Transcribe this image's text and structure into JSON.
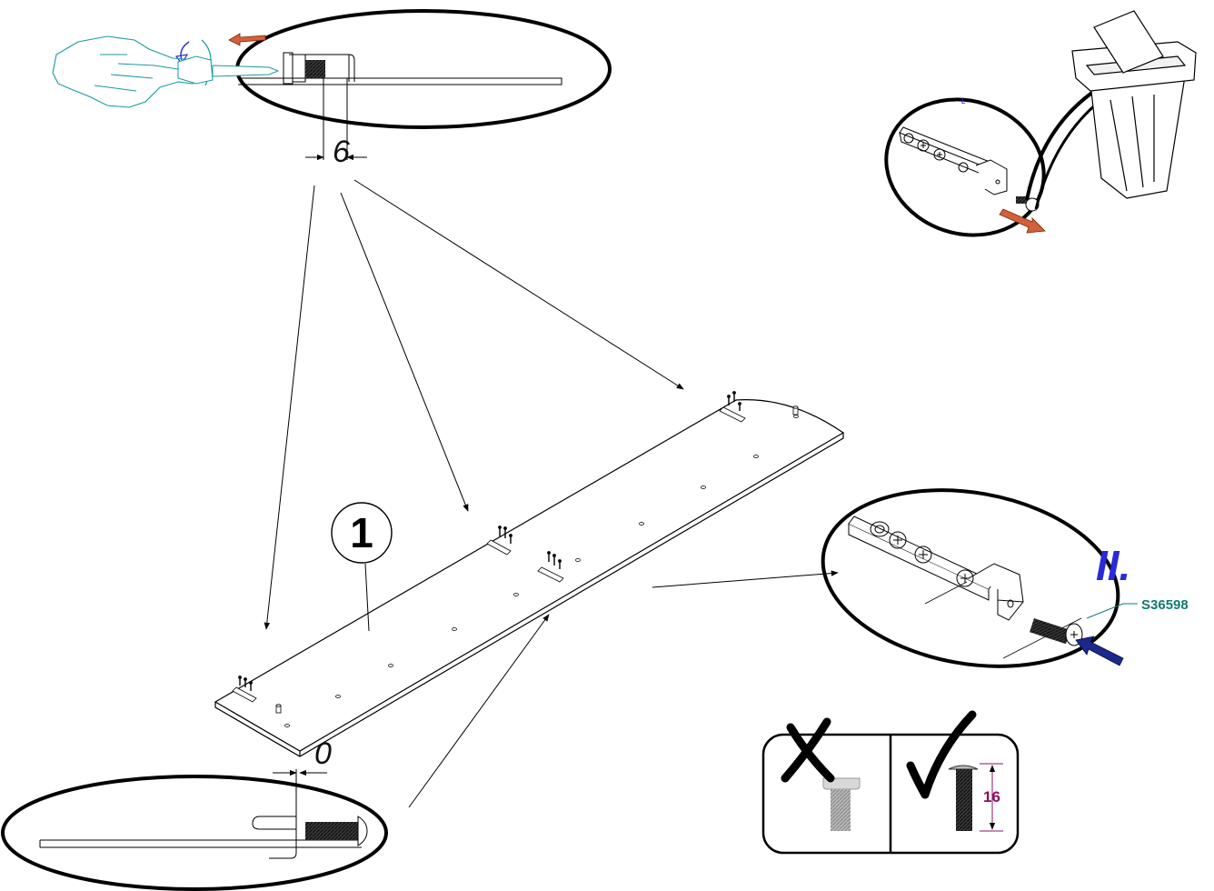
{
  "diagram": {
    "step_number": "1",
    "dimension_top": "6",
    "dimension_bottom": "0",
    "detail_label": "II.",
    "part_code": "S36598",
    "screw_length": "16",
    "small_label": "L"
  },
  "colors": {
    "outline": "#000000",
    "accent_blue": "#2a2ad8",
    "part_code": "#127a72",
    "screw_length": "#8b1060",
    "removal_arrow": "#d2603a",
    "insert_arrow": "#1a2a8a",
    "hand": "#1a9aa0"
  },
  "icons": {
    "wrong": "cross-mark-icon",
    "right": "check-mark-icon"
  }
}
